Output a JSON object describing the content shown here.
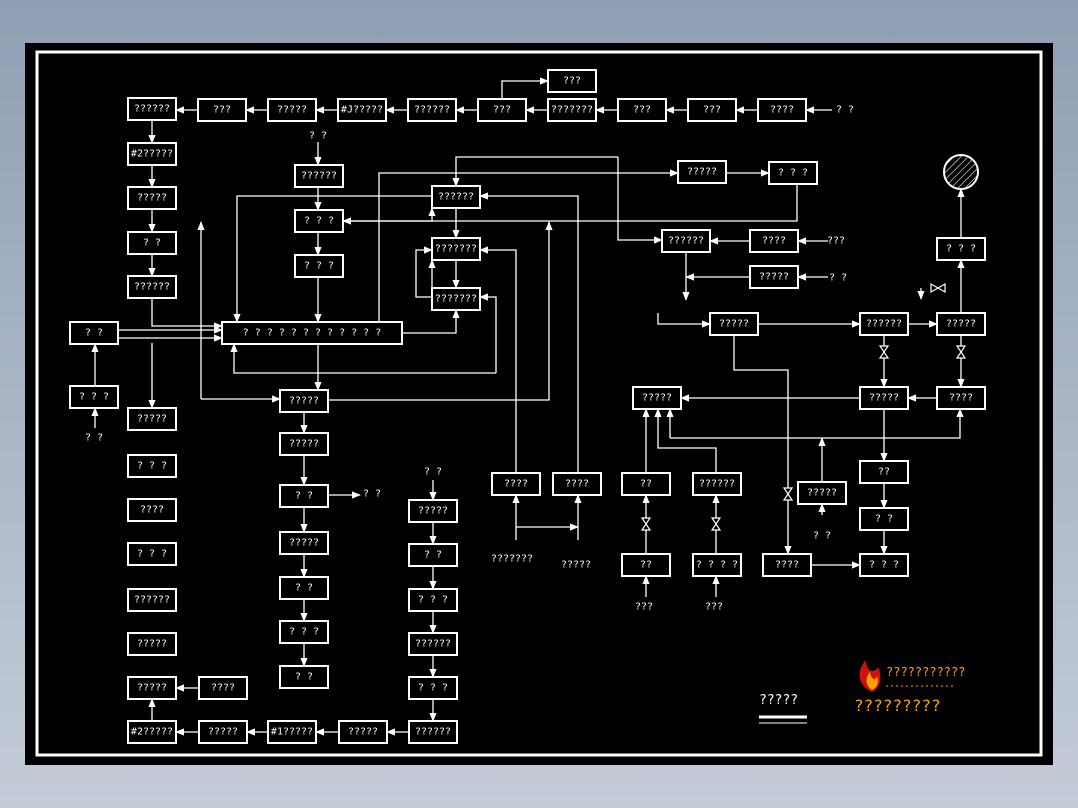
{
  "colors": {
    "background": "#000000",
    "line": "#ffffff",
    "brand_orange": "#ffa000",
    "brand_red": "#d01010"
  },
  "diagram": {
    "nodes": [
      {
        "id": "n1",
        "text": "??????"
      },
      {
        "id": "n2",
        "text": "???"
      },
      {
        "id": "n3",
        "text": "?????"
      },
      {
        "id": "n4",
        "text": "#J?????"
      },
      {
        "id": "n5",
        "text": "??????"
      },
      {
        "id": "n6",
        "text": "???"
      },
      {
        "id": "n7",
        "text": "???????"
      },
      {
        "id": "n8",
        "text": "???"
      },
      {
        "id": "n9",
        "text": "???"
      },
      {
        "id": "n10",
        "text": "????"
      },
      {
        "id": "n11",
        "text": "???"
      },
      {
        "id": "n12",
        "text": "#2?????"
      },
      {
        "id": "n13",
        "text": "?????"
      },
      {
        "id": "n14",
        "text": "?    ?"
      },
      {
        "id": "n15",
        "text": "??????"
      },
      {
        "id": "n16",
        "text": "?    ?"
      },
      {
        "id": "n17",
        "text": "? ? ?"
      },
      {
        "id": "n18",
        "text": "??????"
      },
      {
        "id": "n19",
        "text": "? ? ?"
      },
      {
        "id": "n20",
        "text": "? ? ?"
      },
      {
        "id": "n21",
        "text": "? ? ? ? ? ? ? ? ? ? ? ?"
      },
      {
        "id": "n22",
        "text": "??????"
      },
      {
        "id": "n23",
        "text": "???????"
      },
      {
        "id": "n24",
        "text": "???????"
      },
      {
        "id": "n25",
        "text": "?????"
      },
      {
        "id": "n26",
        "text": "? ? ?"
      },
      {
        "id": "n27",
        "text": "??????"
      },
      {
        "id": "n28",
        "text": "????"
      },
      {
        "id": "n29",
        "text": "?????"
      },
      {
        "id": "n30",
        "text": "?????"
      },
      {
        "id": "n31",
        "text": "??????"
      },
      {
        "id": "n32",
        "text": "?????"
      },
      {
        "id": "n33",
        "text": "?????"
      },
      {
        "id": "n34",
        "text": "????"
      },
      {
        "id": "n35",
        "text": "? ? ?"
      },
      {
        "id": "n36",
        "text": "?????"
      },
      {
        "id": "n37",
        "text": "? ?"
      },
      {
        "id": "n38",
        "text": "?????"
      },
      {
        "id": "n39",
        "text": "? ?"
      },
      {
        "id": "n40",
        "text": "? ? ?"
      },
      {
        "id": "n41",
        "text": "? ?"
      },
      {
        "id": "n42",
        "text": "?????"
      },
      {
        "id": "n43",
        "text": "? ? ?"
      },
      {
        "id": "n44",
        "text": "????"
      },
      {
        "id": "n45",
        "text": "? ? ?"
      },
      {
        "id": "n46",
        "text": "??????"
      },
      {
        "id": "n47",
        "text": "?????"
      },
      {
        "id": "n48",
        "text": "?????"
      },
      {
        "id": "n49",
        "text": "????"
      },
      {
        "id": "n50",
        "text": "#2?????"
      },
      {
        "id": "n51",
        "text": "?????"
      },
      {
        "id": "n52",
        "text": "#1?????"
      },
      {
        "id": "n53",
        "text": "?????"
      },
      {
        "id": "n54",
        "text": "??????"
      },
      {
        "id": "n55",
        "text": "?????"
      },
      {
        "id": "n56",
        "text": "?    ?"
      },
      {
        "id": "n57",
        "text": "? ? ?"
      },
      {
        "id": "n58",
        "text": "??????"
      },
      {
        "id": "n59",
        "text": "? ? ?"
      },
      {
        "id": "n60",
        "text": "????"
      },
      {
        "id": "n61",
        "text": "????"
      },
      {
        "id": "n62",
        "text": "??"
      },
      {
        "id": "n63",
        "text": "??"
      },
      {
        "id": "n64",
        "text": "??????"
      },
      {
        "id": "n65",
        "text": "? ? ? ?"
      },
      {
        "id": "n66",
        "text": "?????"
      },
      {
        "id": "n67",
        "text": "?????"
      },
      {
        "id": "n68",
        "text": "????"
      },
      {
        "id": "n69",
        "text": "?????"
      },
      {
        "id": "n70",
        "text": "?????"
      },
      {
        "id": "n71",
        "text": "??"
      },
      {
        "id": "n72",
        "text": "?    ?"
      },
      {
        "id": "n73",
        "text": "? ? ?"
      },
      {
        "id": "n74",
        "text": "????"
      },
      {
        "id": "n75",
        "text": "???"
      },
      {
        "id": "n76",
        "text": "????"
      },
      {
        "id": "n77",
        "text": "?????"
      },
      {
        "id": "n78",
        "text": "??????"
      },
      {
        "id": "n79",
        "text": "?????"
      },
      {
        "id": "n80",
        "text": "? ? ?"
      },
      {
        "id": "n81",
        "text": "? ? ?"
      }
    ],
    "labels": [
      {
        "id": "l1",
        "text": "? ?"
      },
      {
        "id": "l2",
        "text": "? ?"
      },
      {
        "id": "l3",
        "text": "? ?"
      },
      {
        "id": "l4",
        "text": "? ?"
      },
      {
        "id": "l5",
        "text": "? ?"
      },
      {
        "id": "l6",
        "text": "???????"
      },
      {
        "id": "l7",
        "text": "?????"
      },
      {
        "id": "l8",
        "text": "???"
      },
      {
        "id": "l9",
        "text": "???"
      },
      {
        "id": "l10",
        "text": "? ?"
      },
      {
        "id": "l11",
        "text": "???"
      },
      {
        "id": "l12",
        "text": "? ?"
      }
    ]
  },
  "legend": {
    "title": "?????"
  },
  "brand": {
    "name": "???????????",
    "tagline": "?????????"
  }
}
